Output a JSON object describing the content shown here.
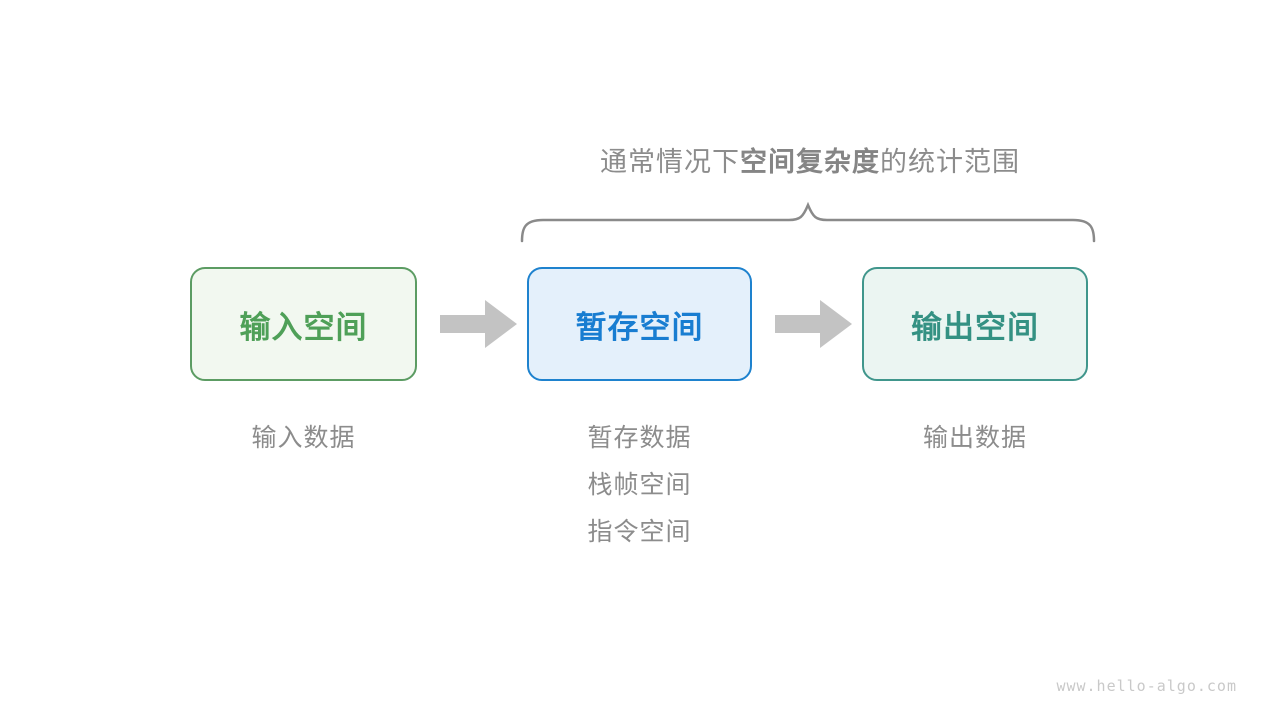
{
  "title": {
    "prefix": "通常情况下",
    "bold": "空间复杂度",
    "suffix": "的统计范围"
  },
  "boxes": [
    {
      "label": "输入空间",
      "sublabels": [
        "输入数据"
      ],
      "border_color": "#5c9c63",
      "bg_color": "#f2f8f0",
      "text_color": "#4fa058"
    },
    {
      "label": "暂存空间",
      "sublabels": [
        "暂存数据",
        "栈帧空间",
        "指令空间"
      ],
      "border_color": "#1e82ce",
      "bg_color": "#e4f0fb",
      "text_color": "#187dd1"
    },
    {
      "label": "输出空间",
      "sublabels": [
        "输出数据"
      ],
      "border_color": "#40968c",
      "bg_color": "#ebf5f2",
      "text_color": "#349183"
    }
  ],
  "colors": {
    "title_gray": "#8c8c8c",
    "brace_gray": "#8a8a8a",
    "arrow_gray": "#c3c3c3",
    "sublabel_gray": "#8c8c8c",
    "footer_gray": "#c9c9c9"
  },
  "footer": {
    "url": "www.hello-algo.com"
  }
}
